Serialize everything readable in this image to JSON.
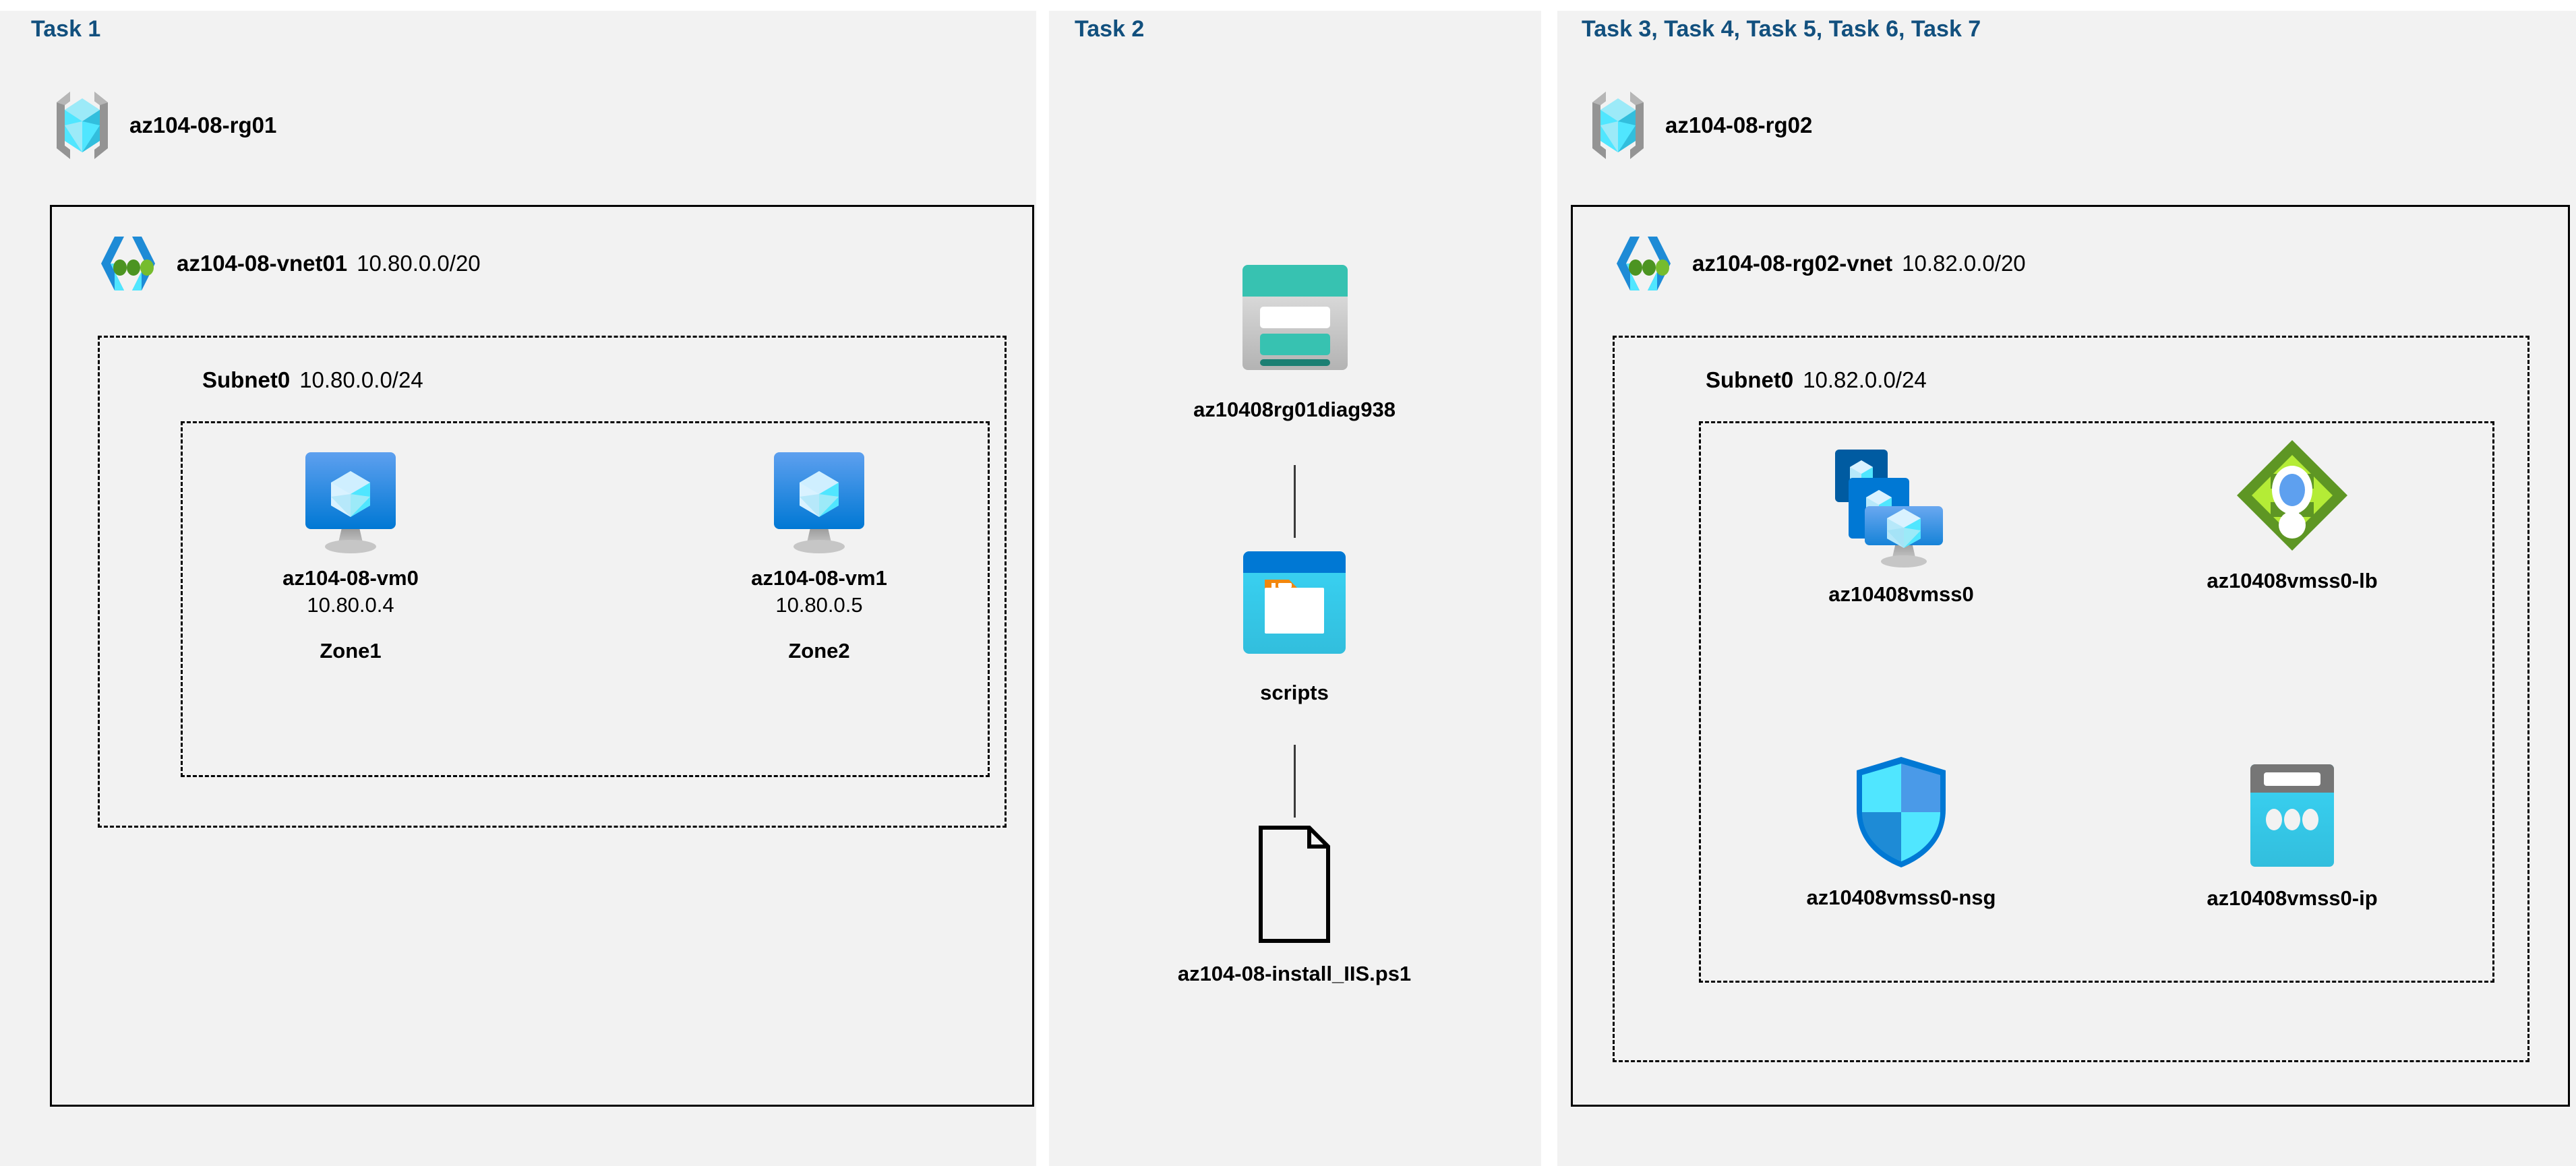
{
  "diagram": {
    "title_color": "#12507e",
    "panel_bg": "#f2f2f2",
    "page_bg": "#ffffff"
  },
  "panels": [
    {
      "id": "task1",
      "task_label": "Task 1",
      "resource_group": {
        "name": "az104-08-rg01",
        "icon": "resource-group-icon"
      },
      "vnet": {
        "name": "az104-08-vnet01",
        "cidr": "10.80.0.0/20",
        "icon": "virtual-network-icon"
      },
      "subnet": {
        "name": "Subnet0",
        "cidr": "10.80.0.0/24"
      },
      "vms": [
        {
          "name": "az104-08-vm0",
          "ip": "10.80.0.4",
          "zone": "Zone1",
          "icon": "virtual-machine-icon"
        },
        {
          "name": "az104-08-vm1",
          "ip": "10.80.0.5",
          "zone": "Zone2",
          "icon": "virtual-machine-icon"
        }
      ]
    },
    {
      "id": "task2",
      "task_label": "Task 2",
      "items": [
        {
          "name": "az10408rg01diag938",
          "icon": "storage-account-icon"
        },
        {
          "name": "scripts",
          "icon": "blob-container-icon"
        },
        {
          "name": "az104-08-install_IIS.ps1",
          "icon": "script-file-icon"
        }
      ]
    },
    {
      "id": "task3to7",
      "task_label": "Task 3, Task 4, Task 5, Task 6, Task 7",
      "resource_group": {
        "name": "az104-08-rg02",
        "icon": "resource-group-icon"
      },
      "vnet": {
        "name": "az104-08-rg02-vnet",
        "cidr": "10.82.0.0/20",
        "icon": "virtual-network-icon"
      },
      "subnet": {
        "name": "Subnet0",
        "cidr": "10.82.0.0/24"
      },
      "resources": [
        {
          "name": "az10408vmss0",
          "icon": "vm-scale-set-icon"
        },
        {
          "name": "az10408vmss0-lb",
          "icon": "load-balancer-icon"
        },
        {
          "name": "az10408vmss0-nsg",
          "icon": "network-security-group-icon"
        },
        {
          "name": "az10408vmss0-ip",
          "icon": "public-ip-address-icon"
        }
      ]
    }
  ],
  "colors": {
    "azure_blue": "#0078d4",
    "azure_cyan": "#32bedd",
    "teal": "#37c2b1",
    "green": "#5e9624",
    "light_green": "#b4ec36",
    "gray": "#767676"
  }
}
